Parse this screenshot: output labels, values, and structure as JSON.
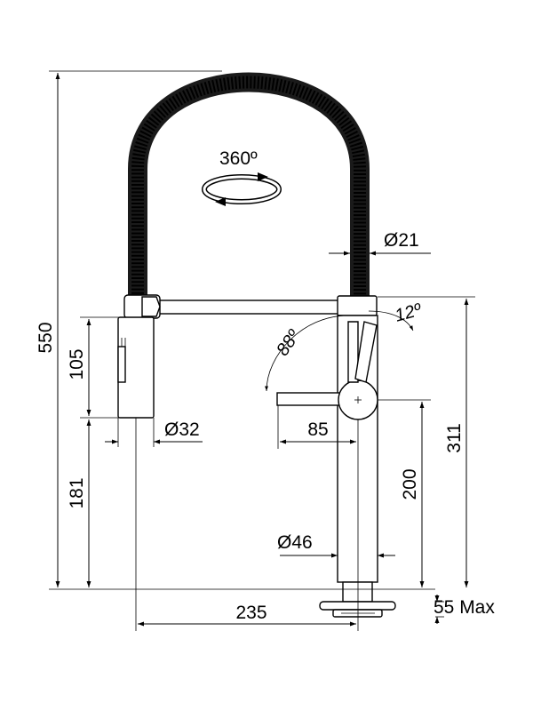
{
  "diagram": {
    "rotation_label": "360º",
    "angle_label": "88º",
    "tilt_label": "12º",
    "dims": {
      "height_total": "550",
      "spray_length": "105",
      "spray_height": "181",
      "height_311": "311",
      "height_200": "200",
      "spout_reach": "235",
      "handle_length": "85",
      "spray_diameter": "Ø32",
      "hose_diameter": "Ø21",
      "body_diameter": "Ø46",
      "deck_thickness": "55 Max"
    }
  }
}
